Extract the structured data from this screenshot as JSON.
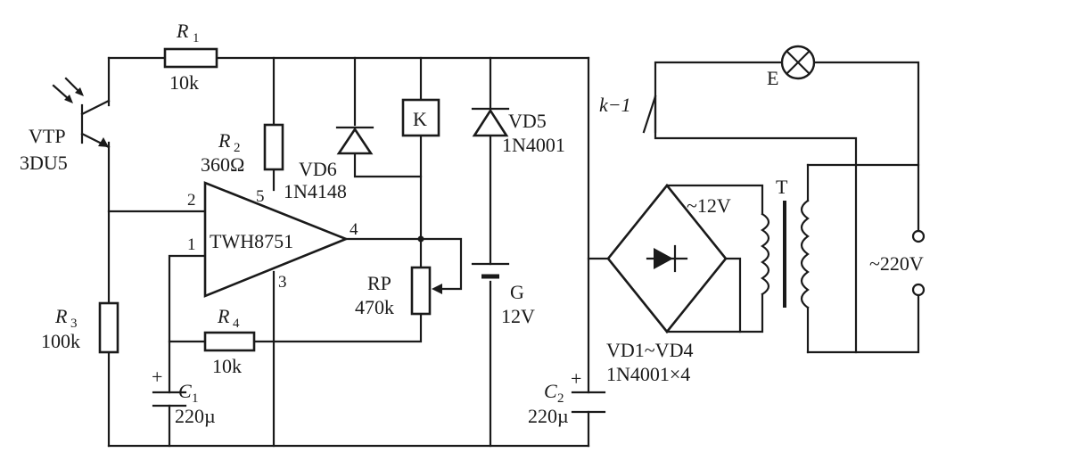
{
  "components": {
    "r1": {
      "ref": "R",
      "sub": "1",
      "value": "10k"
    },
    "r2": {
      "ref": "R",
      "sub": "2",
      "value": "360Ω"
    },
    "r3": {
      "ref": "R",
      "sub": "3",
      "value": "100k"
    },
    "r4": {
      "ref": "R",
      "sub": "4",
      "value": "10k"
    },
    "vtp": {
      "ref": "VTP",
      "value": "3DU5"
    },
    "vd6": {
      "ref": "VD6",
      "value": "1N4148"
    },
    "vd5": {
      "ref": "VD5",
      "value": "1N4001"
    },
    "relay": {
      "ref": "K"
    },
    "rp": {
      "ref": "RP",
      "value": "470k"
    },
    "g": {
      "ref": "G",
      "value": "12V"
    },
    "c1": {
      "ref": "C",
      "sub": "1",
      "value": "220µ",
      "polarity": "+"
    },
    "c2": {
      "ref": "C",
      "sub": "2",
      "value": "220µ",
      "polarity": "+"
    },
    "ic": {
      "ref": "TWH8751",
      "pins": [
        "2",
        "5",
        "1",
        "4",
        "3"
      ]
    },
    "bridge": {
      "ref": "VD1~VD4",
      "value": "1N4001×4"
    },
    "transformer": {
      "ref": "T",
      "secondary": "~12V",
      "primary": "~220V"
    },
    "lamp": {
      "ref": "E"
    },
    "switch": {
      "ref": "k−1"
    }
  }
}
